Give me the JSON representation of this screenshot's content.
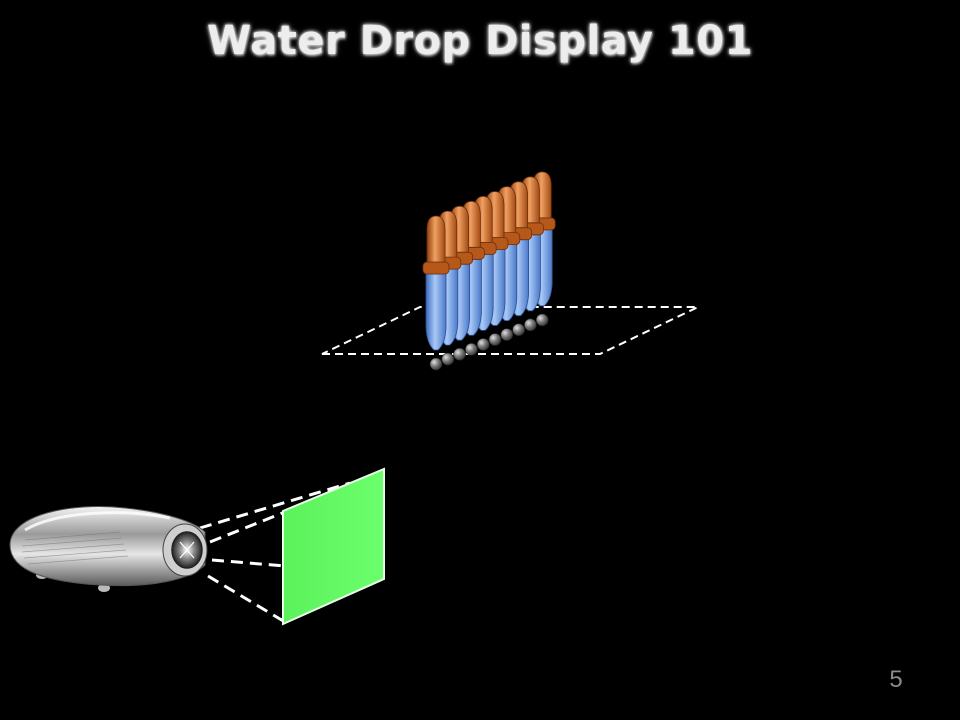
{
  "slide": {
    "title": "Water Drop Display 101",
    "page_number": "5"
  },
  "colors": {
    "background": "#000000",
    "title_text": "#ededed",
    "page_number": "#8a8a8a",
    "screen": "#66ff66",
    "dropper_bulb": "#c8651c",
    "dropper_tube": "#6fa2e8",
    "water_drop": "#8a8a8a",
    "dashed_lines": "#ffffff",
    "projector_body": "#c0c0c0"
  },
  "icons": {
    "projector": "projector-icon",
    "droppers": "dropper-array-icon",
    "drops": "water-drop-icon",
    "screen": "projection-screen"
  },
  "diagram": {
    "dropper_count": 10,
    "drop_count": 10
  }
}
